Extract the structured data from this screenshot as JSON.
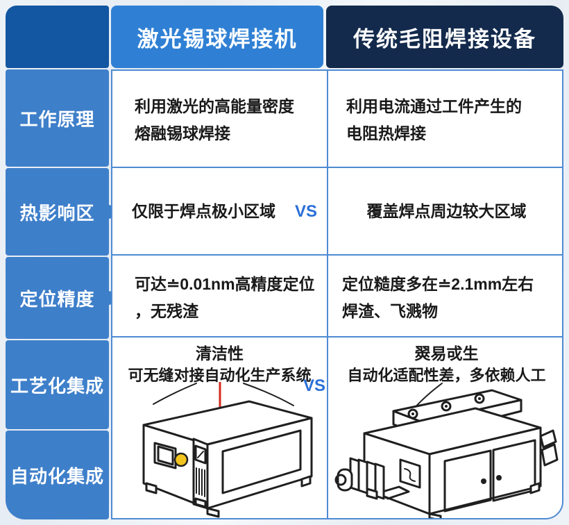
{
  "colors": {
    "background": "#e9eef4",
    "corner_cell": "#1356a1",
    "header_left_bg": "#2f80d4",
    "header_right_bg": "#132a4c",
    "sidebar_label_bg": "#3e7fca",
    "divider": "#4e8ad2",
    "vs_text": "#2b6fd8",
    "body_text": "#191919",
    "pointer_line": "#d42a1e",
    "knob_yellow": "#f2c41f"
  },
  "header": {
    "left": "激光锡球焊接机",
    "right": "传统毛阻焊接设备"
  },
  "sidebar": {
    "labels": [
      "工作原理",
      "热影响区",
      "定位精度",
      "工艺化集成",
      "自动化集成"
    ]
  },
  "rows": {
    "principle": {
      "left_line1": "利用激光的高能量密度",
      "left_line2": "熔融锡球焊接",
      "right_line1": "利用电流通过工件产生的",
      "right_line2": "电阻热焊接"
    },
    "heat_zone": {
      "left": "仅限于焊点极小区域",
      "vs": "VS",
      "right": "覆盖焊点周边较大区域"
    },
    "precision": {
      "left_line1": "可达≐0.01nm高精度定位",
      "left_line2": "，无残渣",
      "right_line1": "定位糙度多在≐2.1mm左右",
      "right_line2": "焊渣、飞溅物"
    },
    "integration": {
      "left_title": "清洁性",
      "left_desc": "可无缝对接自动化生产系统",
      "vs": "VS",
      "right_title": "翜易戓生",
      "right_desc": "自动化适配性差，多依赖人工"
    }
  },
  "illustrations": {
    "left": "laser-solder-ball-machine",
    "right": "resistance-welding-machine"
  }
}
